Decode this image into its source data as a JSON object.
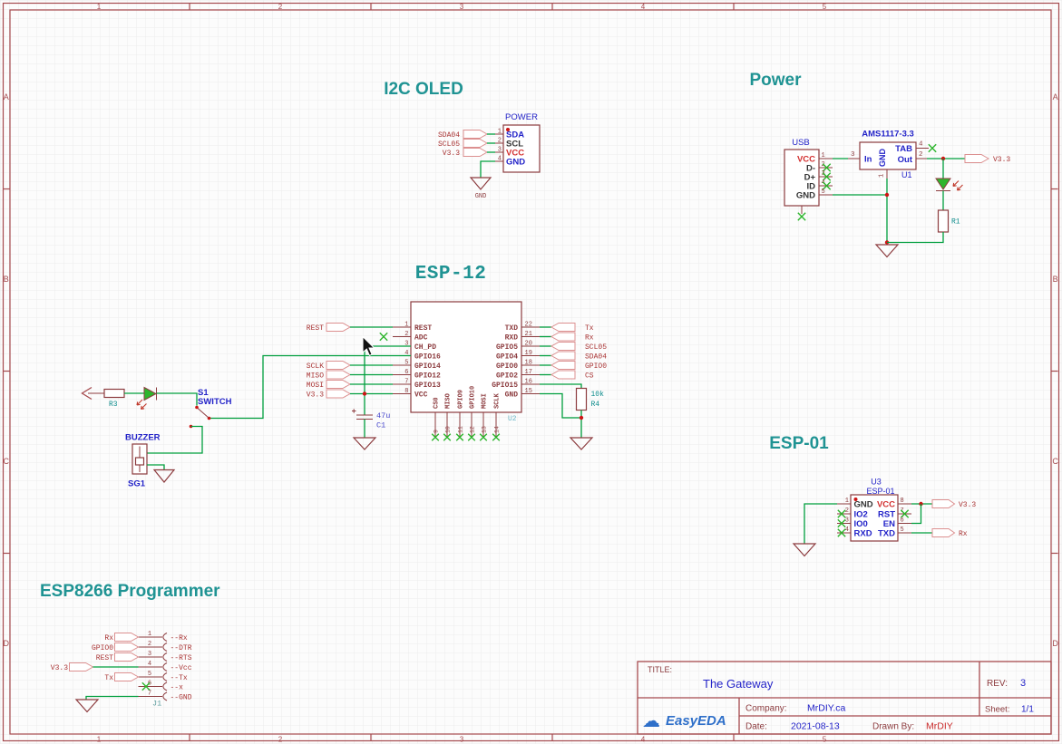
{
  "frame": {
    "columns": [
      "1",
      "2",
      "3",
      "4",
      "5"
    ],
    "rows": [
      "A",
      "B",
      "C",
      "D"
    ]
  },
  "oled": {
    "title": "I2C OLED",
    "connector": "POWER",
    "pins": [
      {
        "num": "1",
        "name": "SDA",
        "color": "#2323c8",
        "flag": "SDA04"
      },
      {
        "num": "2",
        "name": "SCL",
        "color": "#333333",
        "flag": "SCL05"
      },
      {
        "num": "3",
        "name": "VCC",
        "color": "#d32f2f",
        "flag": "V3.3"
      },
      {
        "num": "4",
        "name": "GND",
        "color": "#2323c8"
      }
    ],
    "gnd": "GND"
  },
  "power": {
    "title": "Power",
    "usb": {
      "name": "USB",
      "pins": [
        {
          "num": "1",
          "name": "VCC",
          "color": "#d32f2f"
        },
        {
          "num": "2",
          "name": "D-",
          "color": "#333333",
          "nc": true
        },
        {
          "num": "3",
          "name": "D+",
          "color": "#333333",
          "nc": true
        },
        {
          "num": "4",
          "name": "ID",
          "color": "#333333",
          "nc": true
        },
        {
          "num": "5",
          "name": "GND",
          "color": "#333333"
        }
      ]
    },
    "reg": {
      "value": "AMS1117-3.3",
      "ref": "U1",
      "pins": {
        "in": {
          "num": "3",
          "name": "In"
        },
        "gnd": {
          "num": "1",
          "name": "GND"
        },
        "tab": {
          "num": "4",
          "name": "TAB",
          "nc": true
        },
        "out": {
          "num": "2",
          "name": "Out"
        }
      }
    },
    "r1": "R1",
    "v33": "V3.3"
  },
  "esp12": {
    "title": "ESP-12",
    "ref": "U2",
    "left": [
      {
        "num": "1",
        "name": "REST",
        "flag": "REST"
      },
      {
        "num": "2",
        "name": "ADC",
        "nc": true
      },
      {
        "num": "3",
        "name": "CH_PD"
      },
      {
        "num": "4",
        "name": "GPIO16"
      },
      {
        "num": "5",
        "name": "GPIO14",
        "flag": "SCLK"
      },
      {
        "num": "6",
        "name": "GPIO12",
        "flag": "MISO"
      },
      {
        "num": "7",
        "name": "GPIO13",
        "flag": "MOSI"
      },
      {
        "num": "8",
        "name": "VCC",
        "flag": "V3.3"
      }
    ],
    "right": [
      {
        "num": "22",
        "name": "TXD",
        "flag": "Tx"
      },
      {
        "num": "21",
        "name": "RXD",
        "flag": "Rx"
      },
      {
        "num": "20",
        "name": "GPIO5",
        "flag": "SCL05"
      },
      {
        "num": "19",
        "name": "GPIO4",
        "flag": "SDA04"
      },
      {
        "num": "18",
        "name": "GPIO0",
        "flag": "GPIO0"
      },
      {
        "num": "17",
        "name": "GPIO2",
        "flag": "CS"
      },
      {
        "num": "16",
        "name": "GPIO15"
      },
      {
        "num": "15",
        "name": "GND"
      }
    ],
    "bottom": [
      {
        "num": "9",
        "name": "CS0",
        "nc": true
      },
      {
        "num": "10",
        "name": "MISO",
        "nc": true
      },
      {
        "num": "11",
        "name": "GPIO9",
        "nc": true
      },
      {
        "num": "12",
        "name": "GPIO10",
        "nc": true
      },
      {
        "num": "13",
        "name": "MOSI",
        "nc": true
      },
      {
        "num": "14",
        "name": "SCLK",
        "nc": true
      }
    ],
    "cap": {
      "value": "47u",
      "ref": "C1"
    },
    "r4": {
      "value": "10k",
      "ref": "R4"
    }
  },
  "indicator": {
    "r3": "R3",
    "sw_ref": "S1",
    "sw_name": "SWITCH",
    "buzzer": "BUZZER",
    "buzzer_ref": "SG1"
  },
  "esp01": {
    "title": "ESP-01",
    "ref": "U3",
    "value": "ESP-01",
    "left": [
      {
        "num": "1",
        "name": "GND",
        "color": "#333333"
      },
      {
        "num": "2",
        "name": "IO2",
        "color": "#2323c8",
        "nc": true
      },
      {
        "num": "3",
        "name": "IO0",
        "color": "#2323c8",
        "nc": true
      },
      {
        "num": "4",
        "name": "RXD",
        "color": "#2323c8",
        "nc": true
      }
    ],
    "right": [
      {
        "num": "8",
        "name": "VCC",
        "color": "#d32f2f"
      },
      {
        "num": "7",
        "name": "RST",
        "color": "#2323c8",
        "nc": true
      },
      {
        "num": "6",
        "name": "EN",
        "color": "#2323c8"
      },
      {
        "num": "5",
        "name": "TXD",
        "color": "#2323c8"
      }
    ],
    "v33": "V3.3",
    "rx": "Rx"
  },
  "programmer": {
    "title": "ESP8266 Programmer",
    "ref": "J1",
    "rows": [
      {
        "num": "1",
        "flag": "Rx",
        "label": "--Rx"
      },
      {
        "num": "2",
        "flag": "GPIO0",
        "label": "--DTR"
      },
      {
        "num": "3",
        "flag": "REST",
        "label": "--RTS"
      },
      {
        "num": "4",
        "flag": "V3.3",
        "label": "--Vcc"
      },
      {
        "num": "5",
        "flag": "Tx",
        "label": "--Tx"
      },
      {
        "num": "6",
        "label": "--x",
        "nc": true
      },
      {
        "num": "7",
        "label": "--GND"
      }
    ]
  },
  "titleblock": {
    "title_label": "TITLE:",
    "title": "The Gateway",
    "rev_label": "REV:",
    "rev": "3",
    "company_label": "Company:",
    "company": "MrDIY.ca",
    "sheet_label": "Sheet:",
    "sheet": "1/1",
    "date_label": "Date:",
    "date": "2021-08-13",
    "drawn_label": "Drawn By:",
    "drawn": "MrDIY",
    "logo": "EasyEDA",
    "logo_cloud": "☁"
  },
  "colors": {
    "teal_title": "#1f9393",
    "blue": "#2323c8",
    "net_label_red": "#a93434",
    "pin_red": "#8c3b3e",
    "wire_green": "#009e3d",
    "x_green": "#2db52d",
    "led_green": "#2db52d",
    "junction_red": "#cc1414",
    "frame": "#a54a4e",
    "flag_outline": "#dc9090",
    "ref_teal": "#0e8c8c",
    "cap_blue": "#4646cc",
    "u2_cyan": "#6fb9c9",
    "vcc_red": "#d32f2f",
    "dark": "#333333",
    "logo_blue": "#2e6fc9",
    "drawn_red": "#c92a2a"
  }
}
